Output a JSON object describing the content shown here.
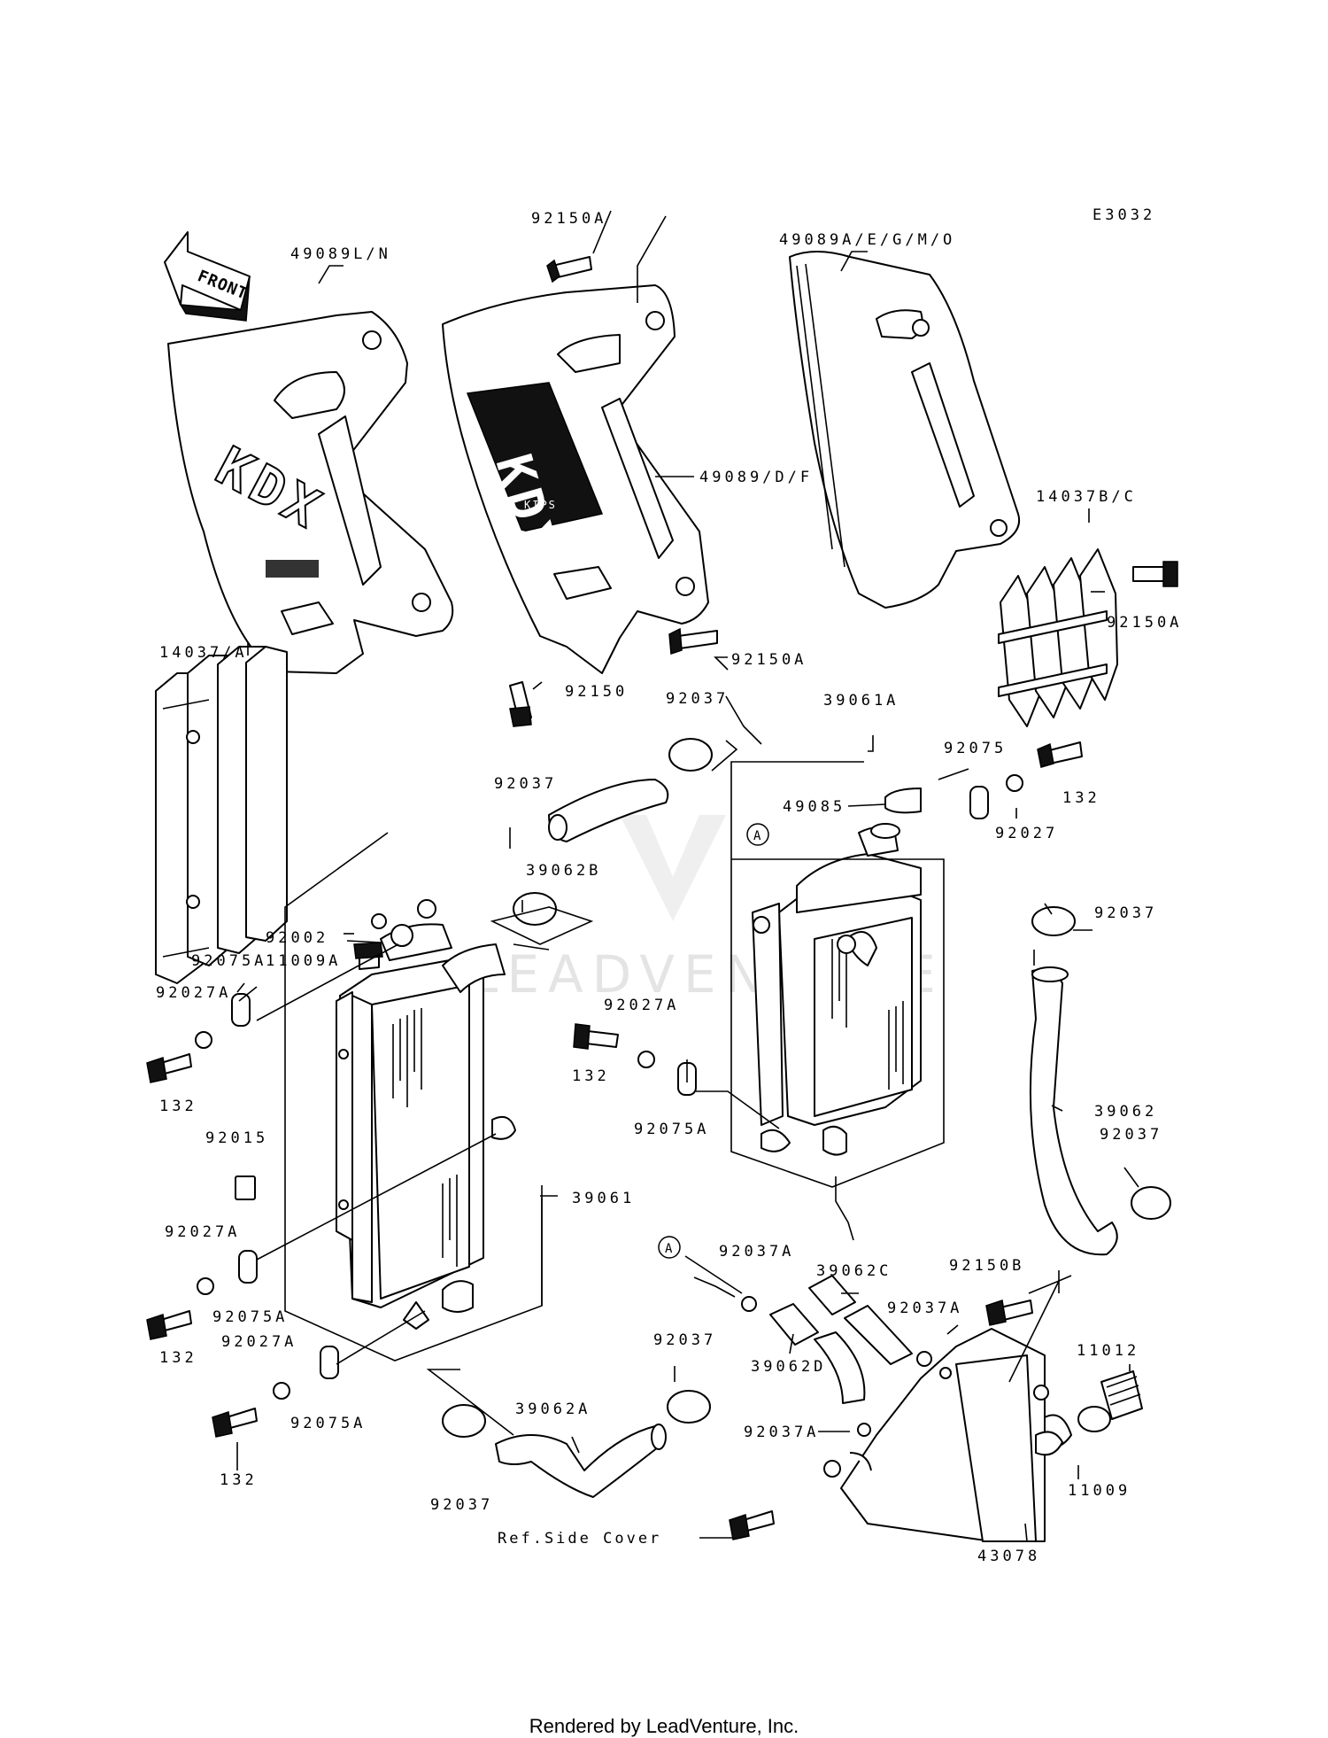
{
  "diagram": {
    "code": "E3032",
    "front_arrow": "FRONT",
    "shroud_graphics": {
      "left": "KDX",
      "center": "KDX",
      "center_small": "KIPS"
    },
    "watermark": "LEADVENTURE",
    "labels": {
      "p49089ln": "49089L/N",
      "p92150a_top": "92150A",
      "p49089aegmo": "49089A/E/G/M/O",
      "p49089df": "49089/D/F",
      "p14037bc": "14037B/C",
      "p92150a_right": "92150A",
      "p14037a": "14037/A",
      "p92150a_mid": "92150A",
      "p92150": "92150",
      "p92037_a": "92037",
      "p39061a": "39061A",
      "p92075_top": "92075",
      "p132_top": "132",
      "p92037_b": "92037",
      "p49085": "49085",
      "p92027": "92027",
      "p39062b": "39062B",
      "p92002": "92002",
      "p11009a": "11009A",
      "p92037_c": "92037",
      "p92075a_1": "92075A",
      "p92027a_1": "92027A",
      "p92027a_2": "92027A",
      "p132_a": "132",
      "p132_b": "132",
      "p92075a_2": "92075A",
      "p39062": "39062",
      "p92015": "92015",
      "p92037_d": "92037",
      "p39061": "39061",
      "p92027a_3": "92027A",
      "p92037a_1": "92037A",
      "p39062c": "39062C",
      "p92150b": "92150B",
      "p11012": "11012",
      "p92075a_3": "92075A",
      "p92037a_2": "92037A",
      "p132_c": "132",
      "p92027a_4": "92027A",
      "p39062d": "39062D",
      "p92037_e": "92037",
      "p92075a_4": "92075A",
      "p39062a": "39062A",
      "p92037a_3": "92037A",
      "p11009": "11009",
      "p132_d": "132",
      "p92037_f": "92037",
      "ref_side_cover": "Ref.Side Cover",
      "p43078": "43078",
      "callout_a1": "A",
      "callout_a2": "A"
    }
  },
  "footer": {
    "credit": "Rendered by LeadVenture, Inc."
  }
}
